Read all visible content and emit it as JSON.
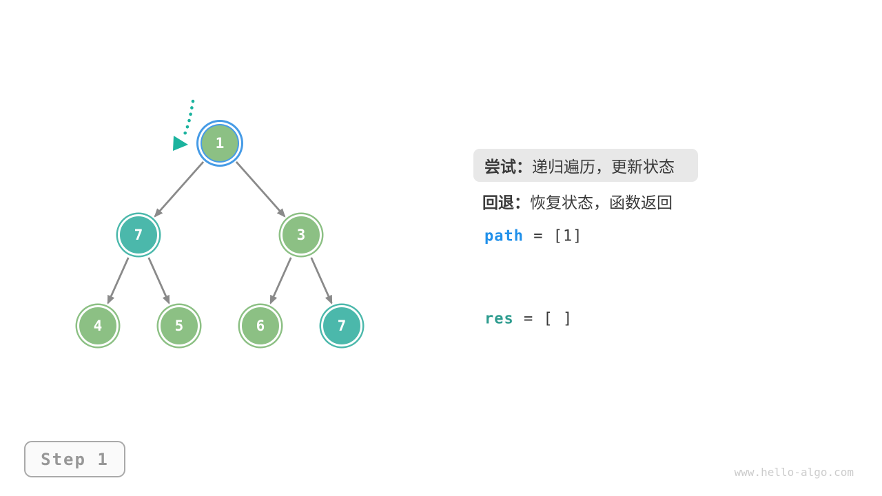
{
  "figure": {
    "watermark": "www.hello-algo.com",
    "step_badge": {
      "label": "Step 1"
    }
  },
  "panel": {
    "try": {
      "keyword": "尝试：",
      "text": "递归遍历，更新状态",
      "highlighted": true
    },
    "backtrack": {
      "keyword": "回退：",
      "text": "恢复状态，函数返回",
      "highlighted": false
    },
    "path": {
      "name": "path",
      "operator": "=",
      "value": "[1]"
    },
    "res": {
      "name": "res",
      "operator": "=",
      "value": "[ ]"
    }
  },
  "tree": {
    "nodes": [
      {
        "label": "1",
        "color": "green",
        "highlighted": true,
        "row": 0
      },
      {
        "label": "7",
        "color": "teal",
        "highlighted": false,
        "row": 1
      },
      {
        "label": "3",
        "color": "green",
        "highlighted": false,
        "row": 1
      },
      {
        "label": "4",
        "color": "green",
        "highlighted": false,
        "row": 2
      },
      {
        "label": "5",
        "color": "green",
        "highlighted": false,
        "row": 2
      },
      {
        "label": "6",
        "color": "green",
        "highlighted": false,
        "row": 2
      },
      {
        "label": "7",
        "color": "teal",
        "highlighted": false,
        "row": 2
      }
    ],
    "edges": [
      [
        0,
        1
      ],
      [
        0,
        2
      ],
      [
        1,
        3
      ],
      [
        1,
        4
      ],
      [
        2,
        5
      ],
      [
        2,
        6
      ]
    ],
    "pointer": {
      "type": "dotted-arrow",
      "points_to_label": "1"
    }
  },
  "colors": {
    "node_green": "#8CC084",
    "node_teal": "#4BB8AB",
    "highlight_ring_blue": "#469BE6",
    "edge_gray": "#8A8A8A",
    "pointer_teal": "#1BB39E",
    "path_var_blue": "#2090EA",
    "res_var_teal": "#2E9C8F",
    "text_dark": "#3A3A3A",
    "try_box_bg": "#E8E8E8"
  }
}
